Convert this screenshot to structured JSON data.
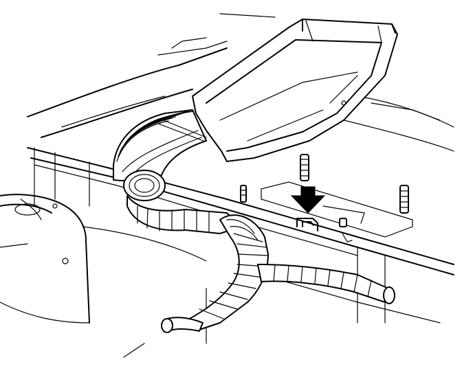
{
  "figure": {
    "background": "#ffffff",
    "line_color": "#000000",
    "parts": [
      "firewall-panel",
      "air-duct-tray",
      "large-corrugated-duct",
      "wiring-harness-conduit",
      "mounting-studs",
      "harness-clip",
      "pointer-arrow",
      "strut-tower"
    ]
  }
}
